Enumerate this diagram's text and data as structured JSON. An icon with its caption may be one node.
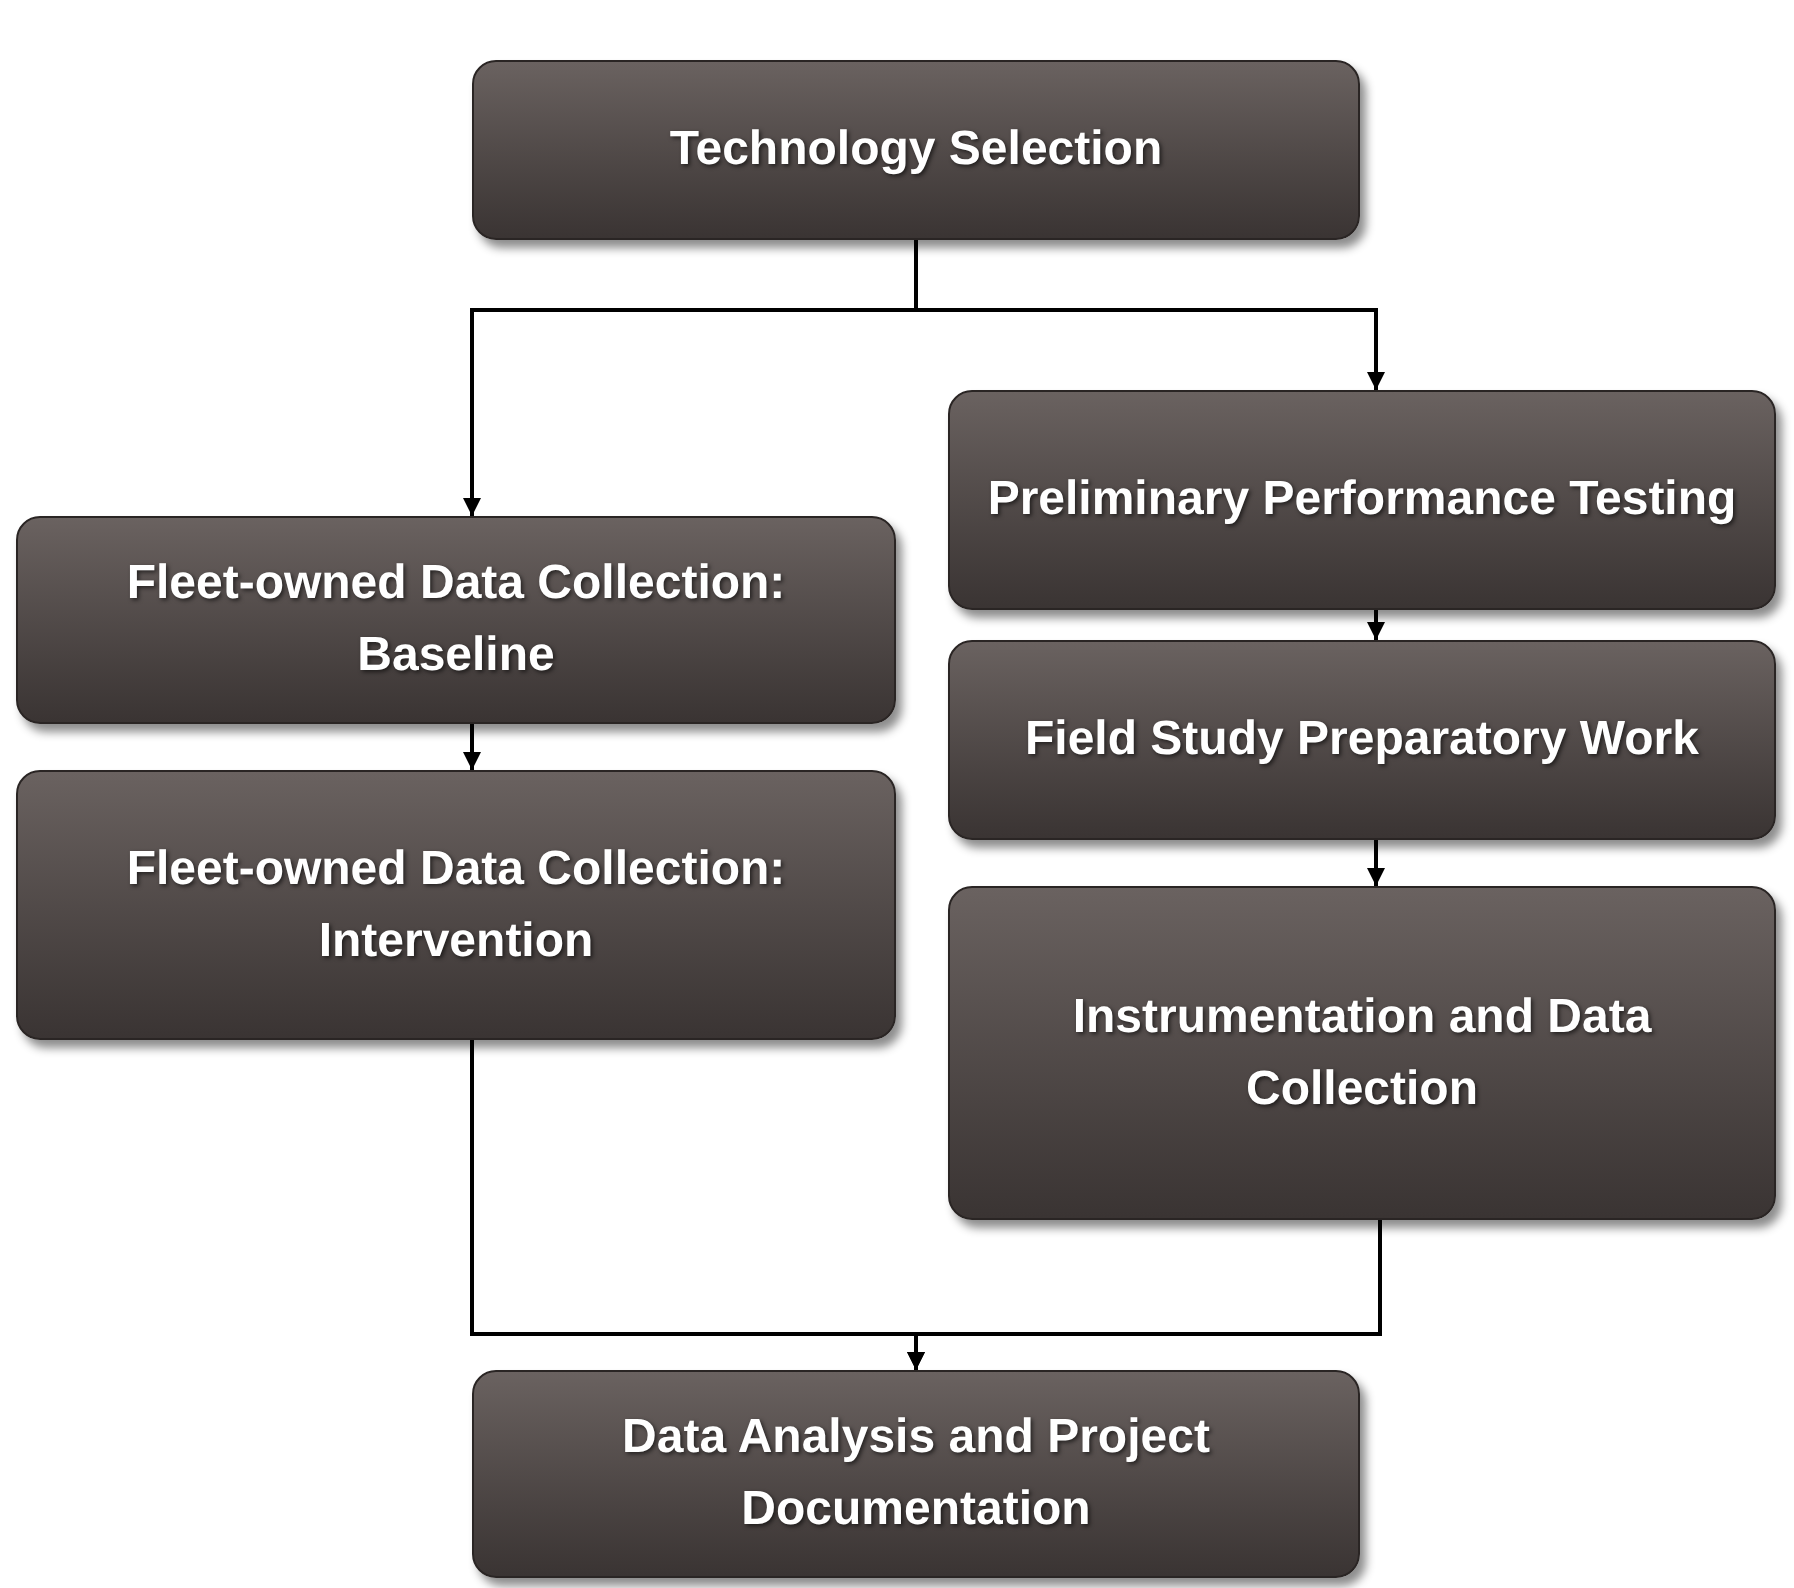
{
  "diagram": {
    "nodes": [
      {
        "text": [
          "Technology Selection"
        ]
      },
      {
        "text": [
          "Fleet-owned Data Collection: Baseline"
        ]
      },
      {
        "text": [
          "Fleet-owned Data Collection: Intervention"
        ]
      },
      {
        "text": [
          "Preliminary Performance Testing"
        ]
      },
      {
        "text": [
          "Field Study Preparatory Work"
        ]
      },
      {
        "text": [
          "Instrumentation and Data Collection"
        ]
      },
      {
        "text": [
          "Data Analysis and Project Documentation"
        ]
      }
    ],
    "edges": [
      {
        "from": 0,
        "to": 1,
        "arrow": "to"
      },
      {
        "from": 0,
        "to": 3,
        "arrow": "to"
      },
      {
        "from": 1,
        "to": 2,
        "arrow": "to"
      },
      {
        "from": 3,
        "to": 4,
        "arrow": "to"
      },
      {
        "from": 4,
        "to": 5,
        "arrow": "to"
      },
      {
        "from": 2,
        "to": 6,
        "arrow": "to"
      },
      {
        "from": 5,
        "to": 6,
        "arrow": "to"
      }
    ]
  }
}
